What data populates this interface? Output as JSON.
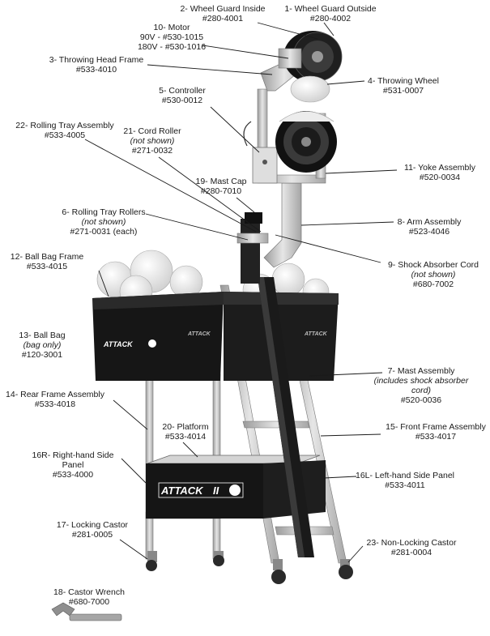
{
  "brand": "ATTACK II",
  "parts": [
    {
      "id": "p2",
      "name": "2- Wheel Guard Inside",
      "num": "#280-4001"
    },
    {
      "id": "p1",
      "name": "1- Wheel Guard Outside",
      "num": "#280-4002"
    },
    {
      "id": "p10",
      "name": "10- Motor",
      "num": "90V - #530-1015",
      "num2": "180V - #530-1016"
    },
    {
      "id": "p3",
      "name": "3- Throwing Head Frame",
      "num": "#533-4010"
    },
    {
      "id": "p4",
      "name": "4- Throwing Wheel",
      "num": "#531-0007"
    },
    {
      "id": "p5",
      "name": "5- Controller",
      "num": "#530-0012"
    },
    {
      "id": "p22",
      "name": "22- Rolling Tray Assembly",
      "num": "#533-4005"
    },
    {
      "id": "p21",
      "name": "21- Cord Roller",
      "note": "(not shown)",
      "num": "#271-0032"
    },
    {
      "id": "p11",
      "name": "11- Yoke Assembly",
      "num": "#520-0034"
    },
    {
      "id": "p19",
      "name": "19- Mast Cap",
      "num": "#280-7010"
    },
    {
      "id": "p6",
      "name": "6- Rolling Tray Rollers",
      "note": "(not shown)",
      "num": "#271-0031 (each)"
    },
    {
      "id": "p8",
      "name": "8- Arm Assembly",
      "num": "#523-4046"
    },
    {
      "id": "p12",
      "name": "12- Ball Bag Frame",
      "num": "#533-4015"
    },
    {
      "id": "p9",
      "name": "9- Shock Absorber Cord",
      "note": "(not shown)",
      "num": "#680-7002"
    },
    {
      "id": "p13",
      "name": "13- Ball Bag",
      "note": "(bag only)",
      "num": "#120-3001"
    },
    {
      "id": "p7",
      "name": "7- Mast Assembly",
      "note": "(includes shock absorber",
      "note2": "cord)",
      "num": "#520-0036"
    },
    {
      "id": "p14",
      "name": "14- Rear Frame Assembly",
      "num": "#533-4018"
    },
    {
      "id": "p20",
      "name": "20- Platform",
      "num": "#533-4014"
    },
    {
      "id": "p15",
      "name": "15- Front Frame Assembly",
      "num": "#533-4017"
    },
    {
      "id": "p16r",
      "name": "16R- Right-hand Side",
      "name2": "Panel",
      "num": "#533-4000"
    },
    {
      "id": "p16l",
      "name": "16L- Left-hand Side Panel",
      "num": "#533-4011"
    },
    {
      "id": "p17",
      "name": "17- Locking Castor",
      "num": "#281-0005"
    },
    {
      "id": "p23",
      "name": "23- Non-Locking Castor",
      "num": "#281-0004"
    },
    {
      "id": "p18",
      "name": "18- Castor Wrench",
      "num": "#680-7000"
    }
  ]
}
